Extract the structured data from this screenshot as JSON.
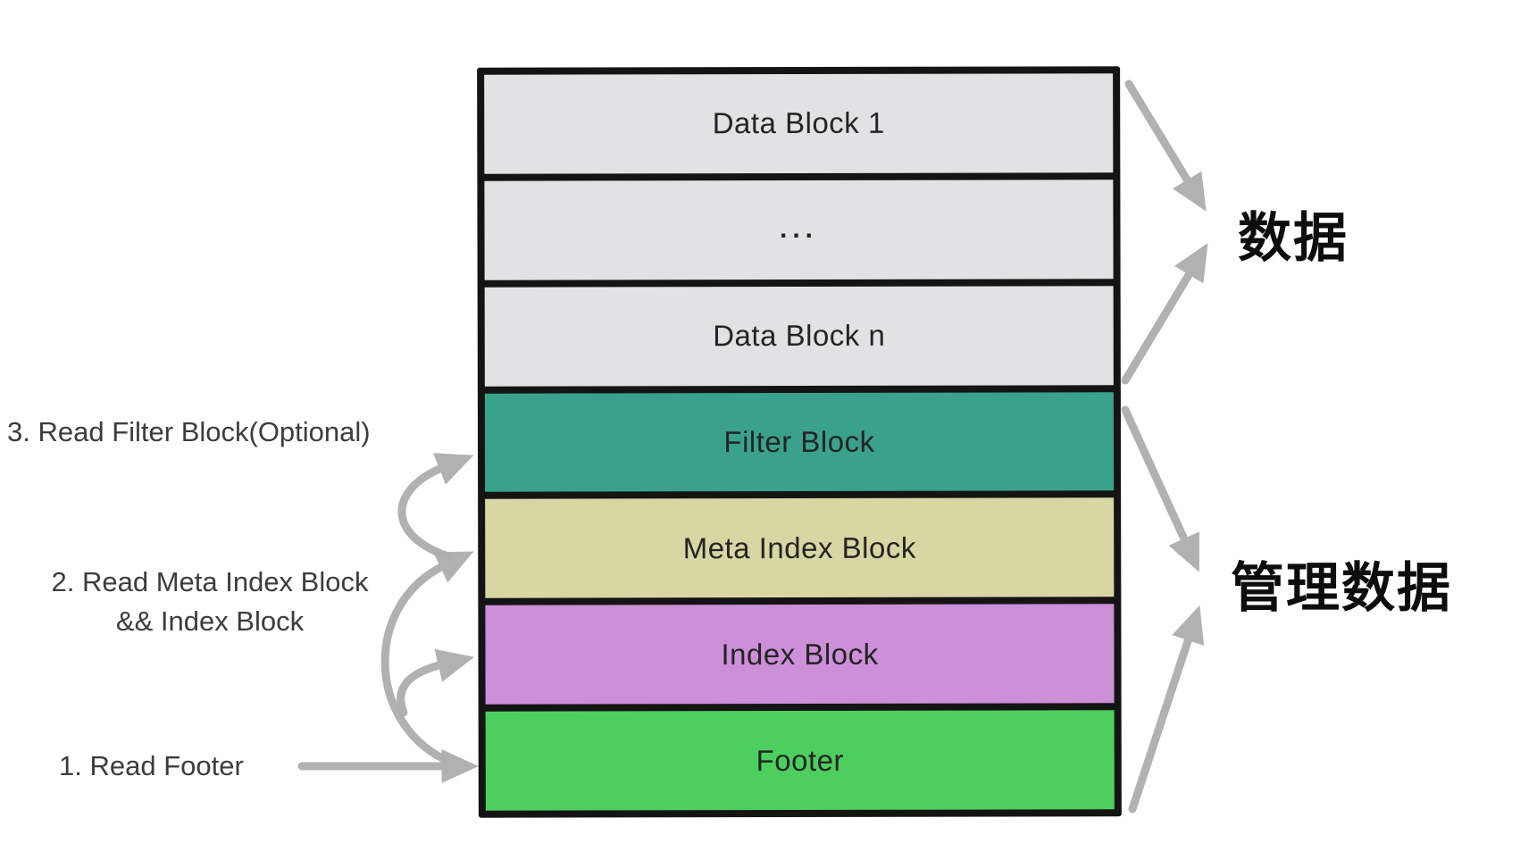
{
  "diagram": {
    "title_none": "",
    "blocks": [
      {
        "id": "data-block-1",
        "label": "Data Block 1",
        "color": "#e2e2e4"
      },
      {
        "id": "data-block-more",
        "label": "...",
        "color": "#e2e2e4"
      },
      {
        "id": "data-block-n",
        "label": "Data Block n",
        "color": "#e2e2e4"
      },
      {
        "id": "filter-block",
        "label": "Filter Block",
        "color": "#3aa28c"
      },
      {
        "id": "meta-index-block",
        "label": "Meta Index Block",
        "color": "#d8d6a3"
      },
      {
        "id": "index-block",
        "label": "Index Block",
        "color": "#cc8fd8"
      },
      {
        "id": "footer",
        "label": "Footer",
        "color": "#4ccf5e"
      }
    ],
    "steps": {
      "step3": "3. Read Filter Block(Optional)",
      "step2_line1": "2. Read Meta Index Block",
      "step2_line2": "&& Index Block",
      "step1": "1. Read Footer"
    },
    "right_annotations": {
      "data_group": "数据",
      "management_group": "管理数据"
    },
    "arrows": [
      "data-block-1-to-data-label",
      "data-block-n-to-data-label",
      "filter-block-to-management-label",
      "footer-to-management-label",
      "read-footer-horizontal",
      "footer-to-meta-index-curve",
      "footer-to-index-branch",
      "meta-to-filter-curve"
    ],
    "colors": {
      "block_border": "#141414",
      "arrow_gray": "#aeaeae",
      "label_text": "#3c3c3c",
      "block_text": "#242424",
      "cn_text": "#0d0d0d",
      "background": "#ffffff"
    }
  }
}
